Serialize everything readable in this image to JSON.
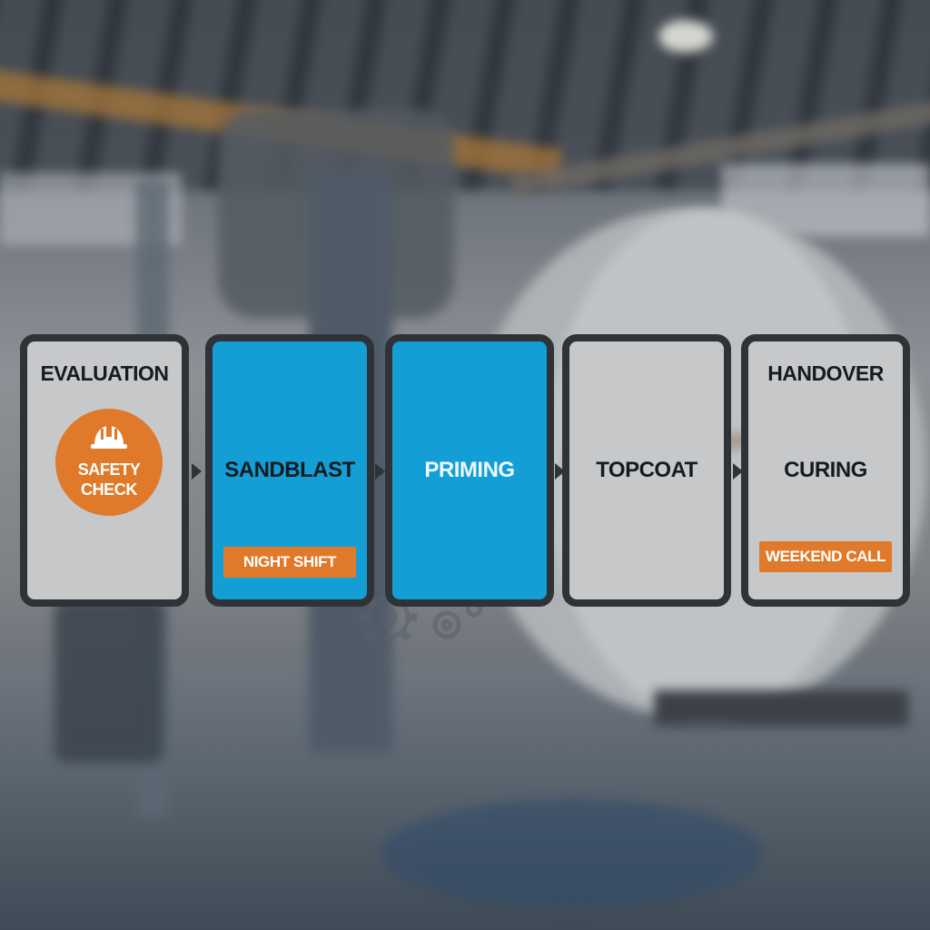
{
  "stages": [
    {
      "top": "EVALUATION",
      "badge": {
        "line1": "SAFETY",
        "line2": "CHECK",
        "icon": "hardhat-icon"
      },
      "active": false
    },
    {
      "mid": "SANDBLAST",
      "tag": "NIGHT SHIFT",
      "active": true
    },
    {
      "mid": "PRIMING",
      "active": true
    },
    {
      "mid": "TOPCOAT",
      "active": false
    },
    {
      "top": "HANDOVER",
      "mid": "CURING",
      "tag": "WEEKEND CALL",
      "active": false
    }
  ],
  "colors": {
    "active_stage": "#139fd6",
    "inactive_stage": "#c7c8c9",
    "accent_orange": "#e07a2a",
    "stage_border": "#2f3338"
  },
  "decorations": [
    "gears-icon",
    "factory-background-photo"
  ]
}
